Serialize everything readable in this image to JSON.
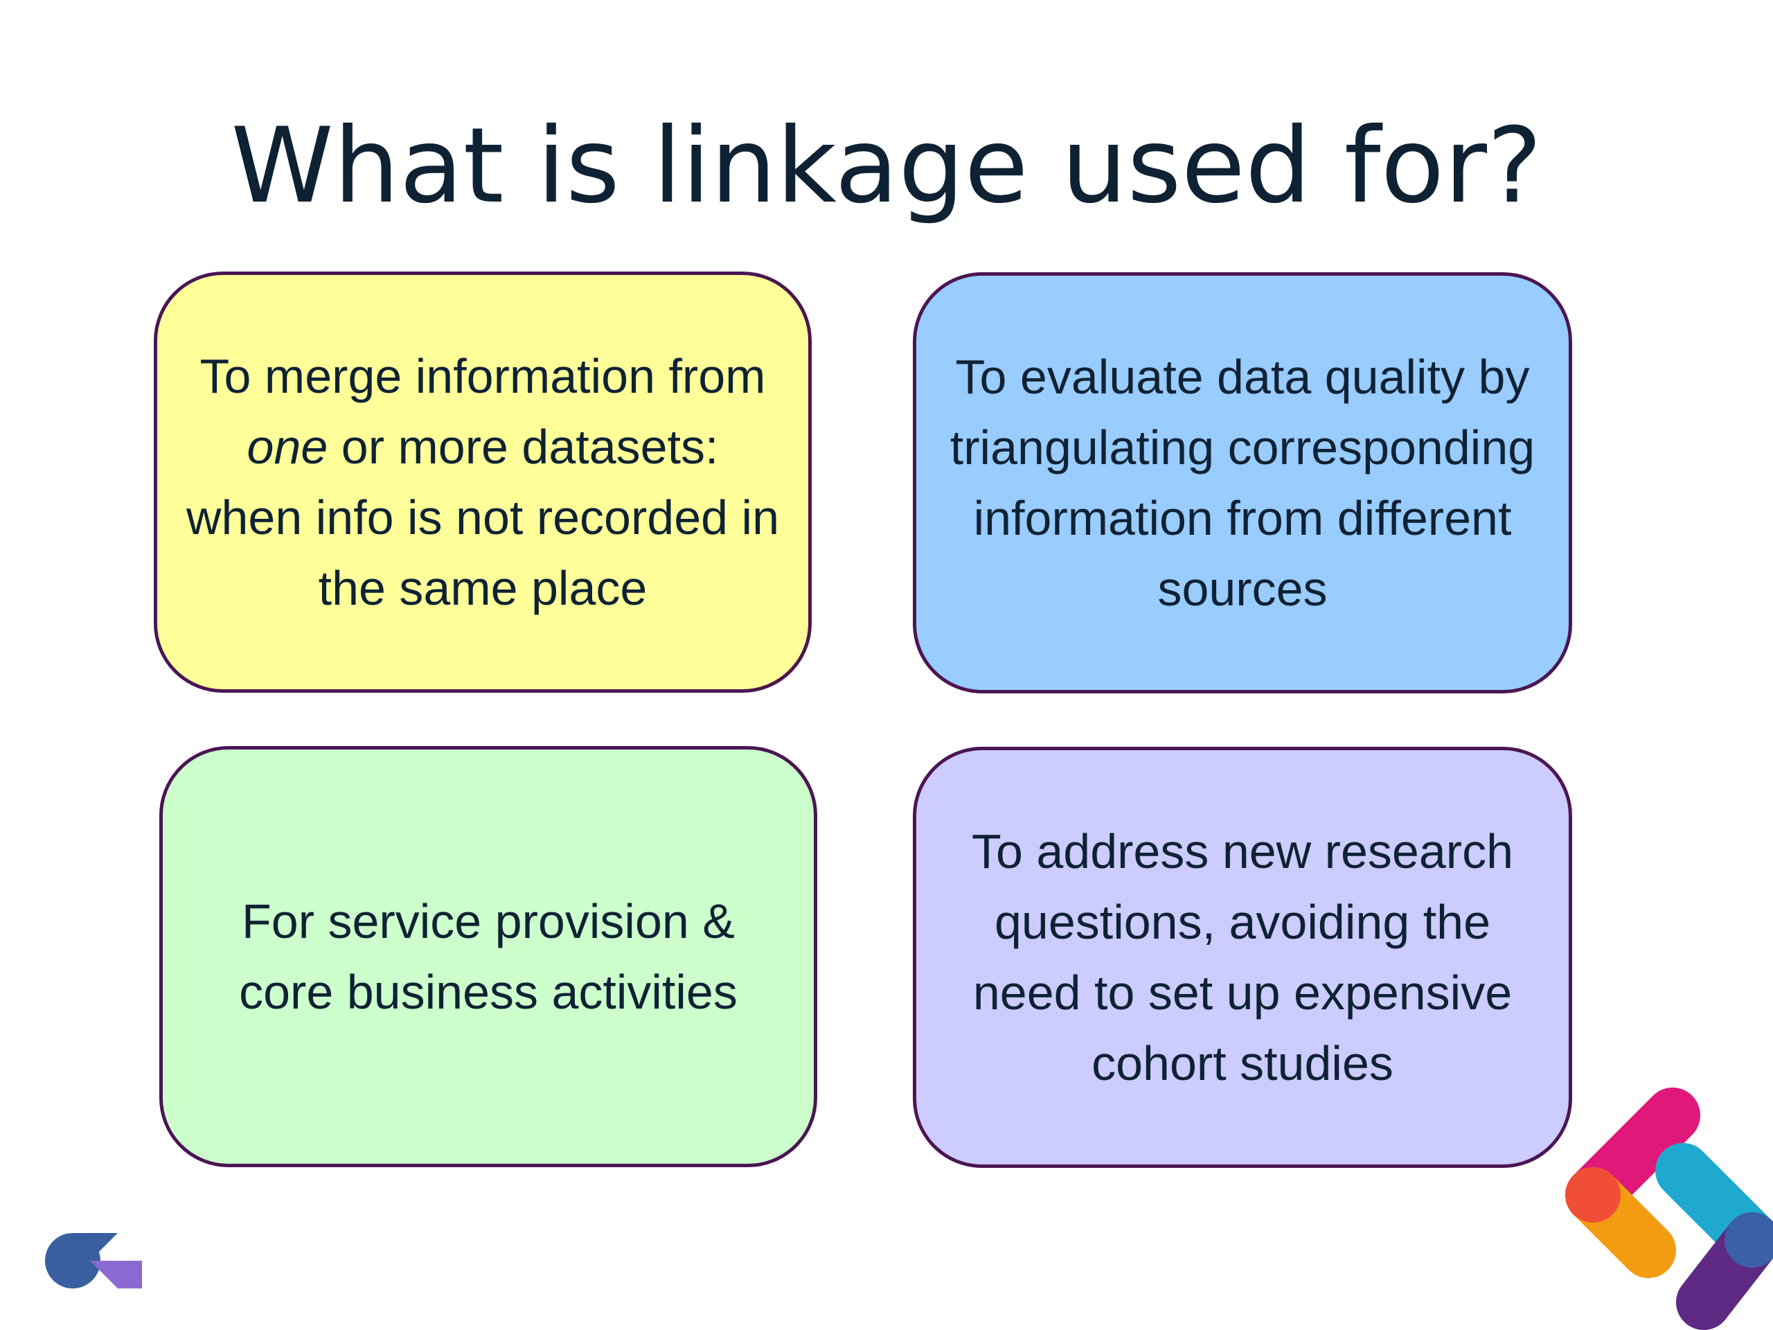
{
  "slide": {
    "title": "What is linkage used for?",
    "boxes": {
      "merge": {
        "text_before": "To merge information from ",
        "emphasis": "one",
        "text_after": " or more datasets: when info is not recorded in the same place",
        "color": "#ffff99"
      },
      "quality": {
        "text": "To evaluate data quality by triangulating corresponding information from different sources",
        "color": "#99ccff"
      },
      "service": {
        "text": "For service provision & core business activities",
        "color": "#ccffcc"
      },
      "research": {
        "text": "To address new research questions, avoiding the need to set up expensive cohort studies",
        "color": "#ccccff"
      }
    },
    "border_color": "#4b1553",
    "text_color": "#0f2234"
  },
  "logos": {
    "left": "chevron-logo-icon",
    "right": "multicolor-chevron-logo-icon"
  }
}
